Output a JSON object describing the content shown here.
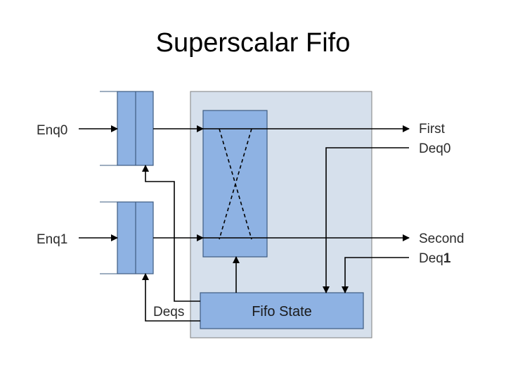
{
  "title": "Superscalar Fifo",
  "inputs": {
    "enq0": "Enq0",
    "enq1": "Enq1"
  },
  "outputs": {
    "first": "First",
    "deq0_prefix": "Deq",
    "deq0_suffix": "0",
    "second": "Second",
    "deq1_prefix": "Deq",
    "deq1_suffix": "1"
  },
  "blocks": {
    "fifo_state": "Fifo State",
    "deqs": "Deqs"
  },
  "colors": {
    "outer_box": "#d6e0ec",
    "block_fill": "#8eb2e3",
    "block_stroke": "#3e5c82",
    "line": "#000000"
  }
}
